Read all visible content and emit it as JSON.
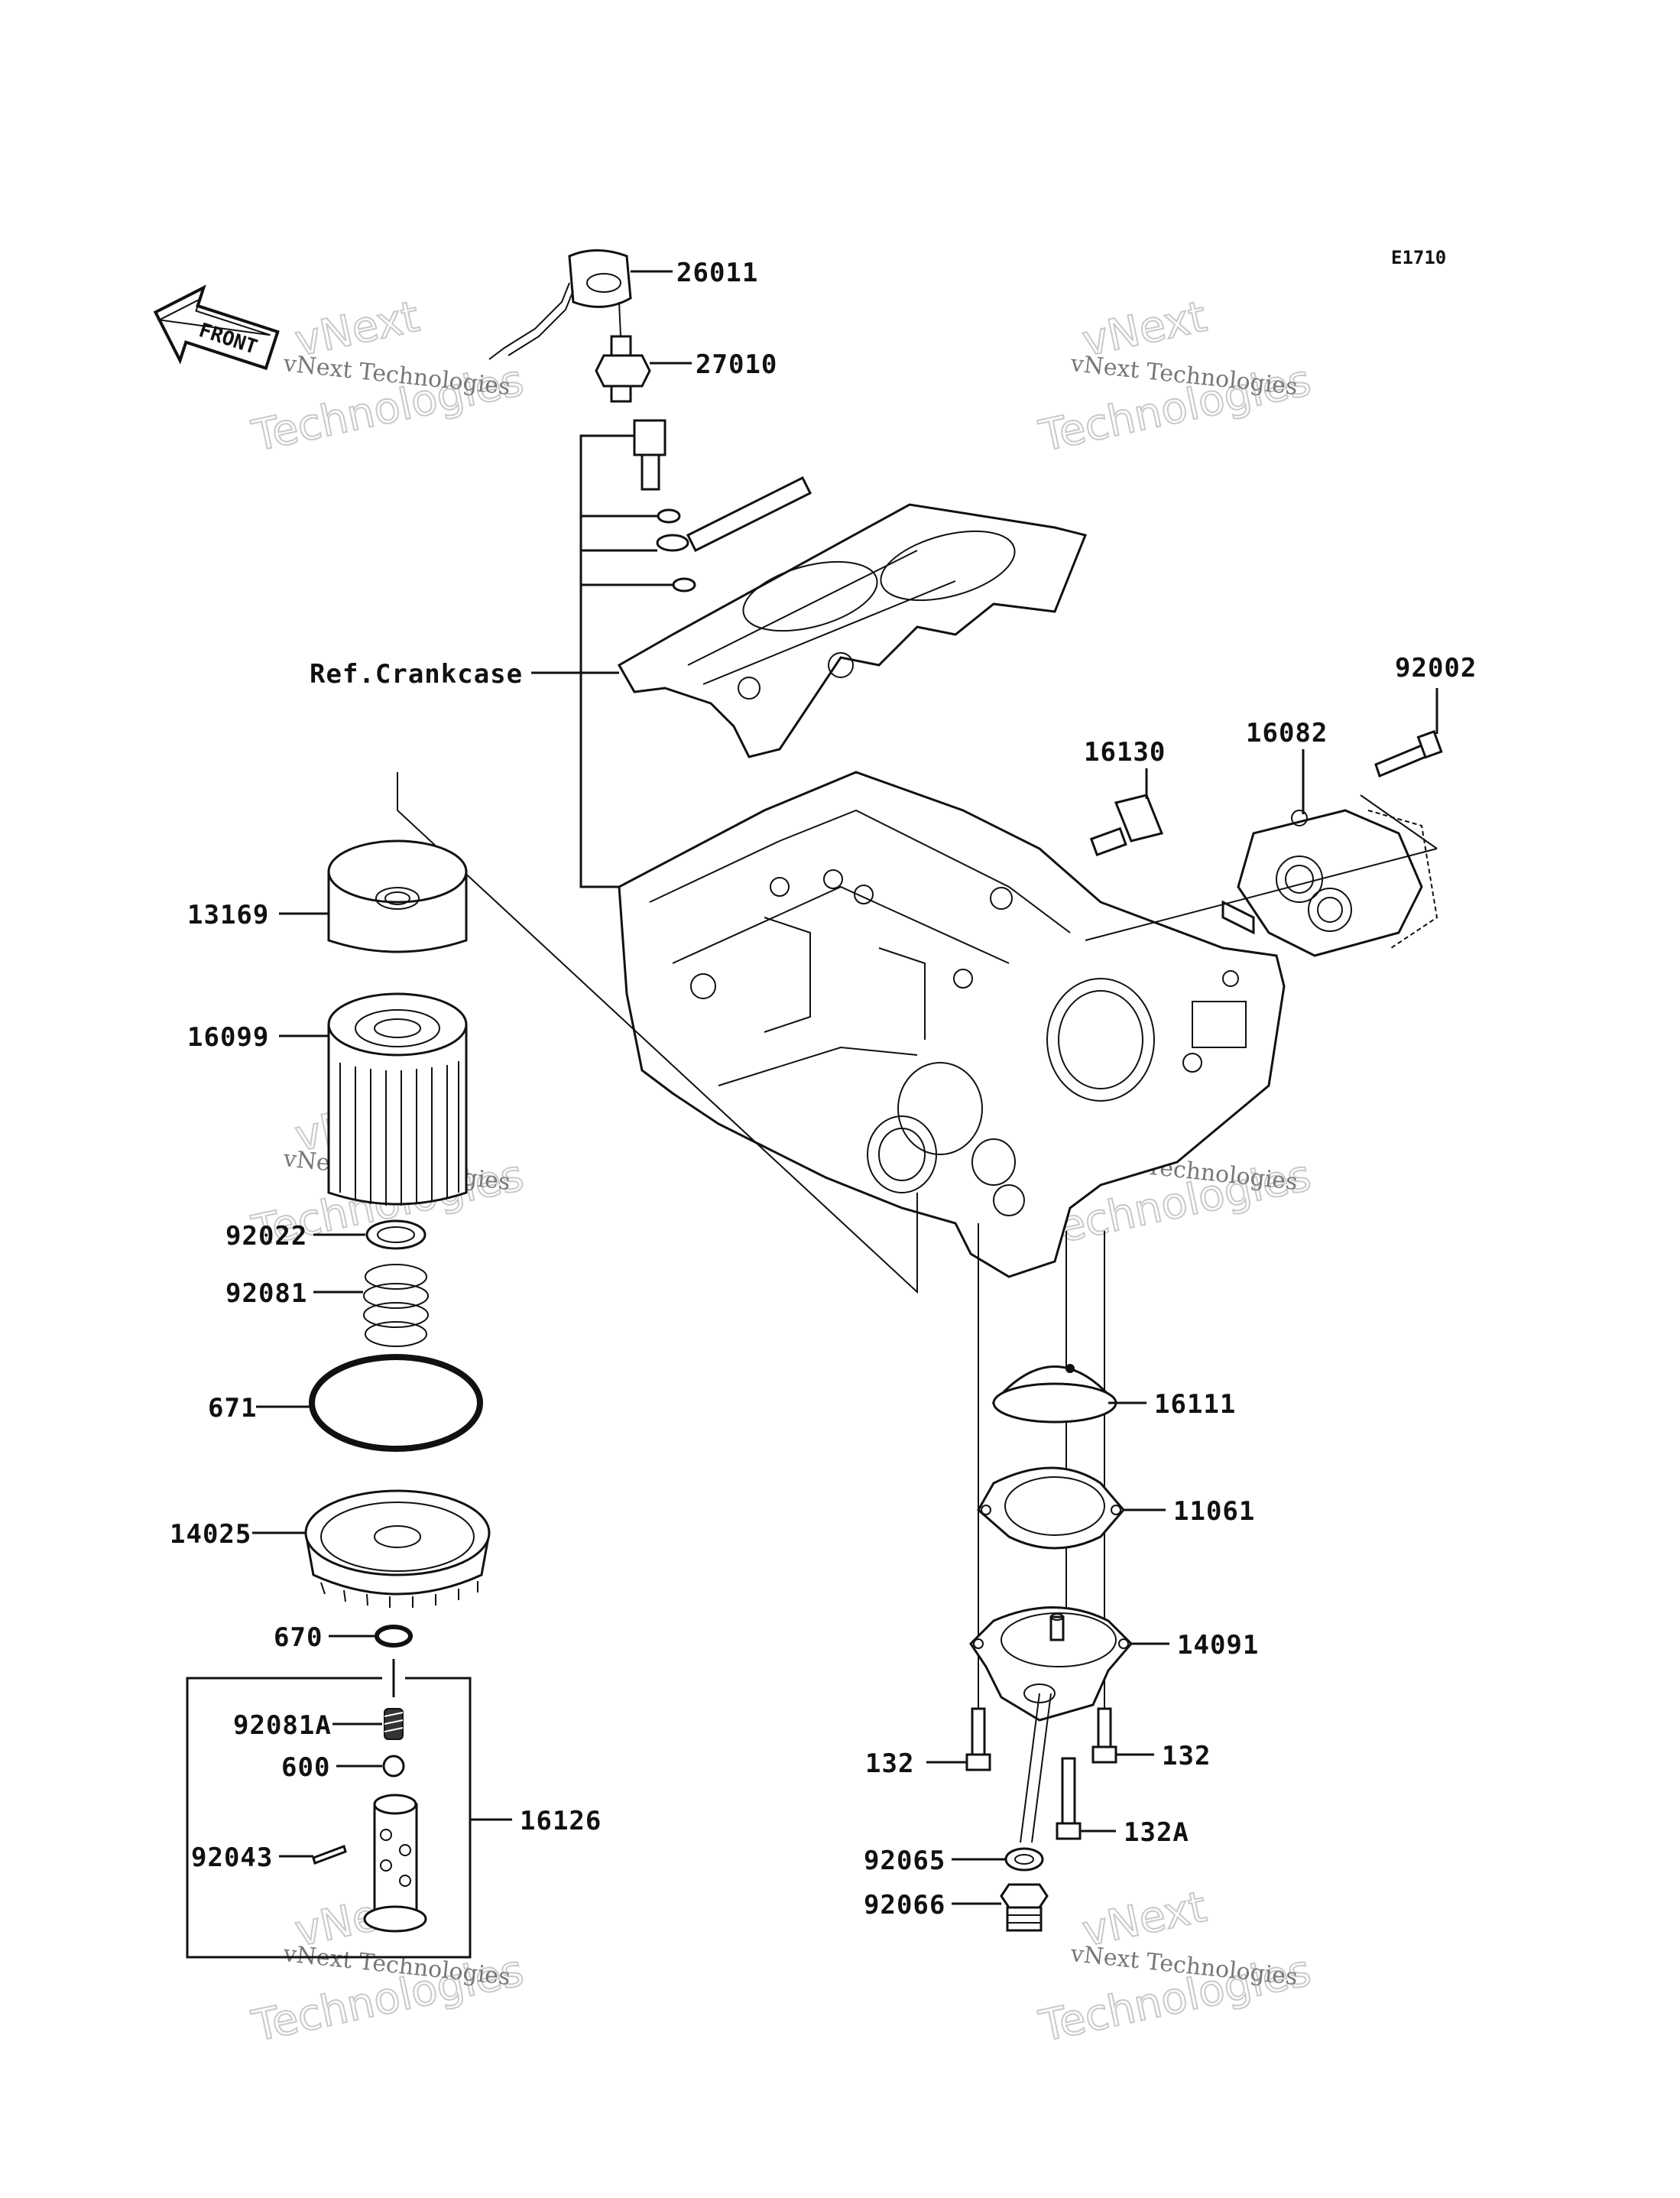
{
  "diagram_code": "E1710",
  "front_label": "FRONT",
  "ref_label": "Ref.Crankcase",
  "parts": {
    "p26011": "26011",
    "p27010": "27010",
    "p92002": "92002",
    "p16082": "16082",
    "p16130": "16130",
    "p13169": "13169",
    "p16099": "16099",
    "p92022": "92022",
    "p92081": "92081",
    "p671": "671",
    "p14025": "14025",
    "p670": "670",
    "p92081A": "92081A",
    "p600": "600",
    "p92043": "92043",
    "p16126": "16126",
    "p16111": "16111",
    "p11061": "11061",
    "p14091": "14091",
    "p132_left": "132",
    "p132_right": "132",
    "p132A": "132A",
    "p92065": "92065",
    "p92066": "92066"
  },
  "watermark": {
    "brand": "vNext",
    "company": "vNext Technologies",
    "suffix": "Technologies"
  }
}
